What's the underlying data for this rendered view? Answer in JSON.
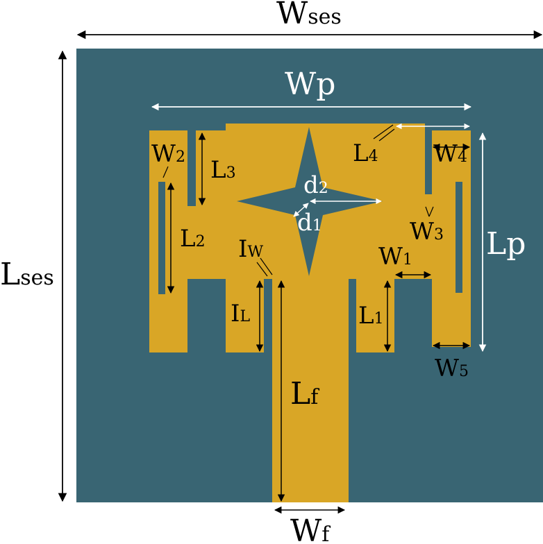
{
  "colors": {
    "substrate": "#396573",
    "patch": "#D9A626",
    "dim_dark": "#000000",
    "dim_light": "#ffffff"
  },
  "labels": {
    "W_ses": {
      "main": "W",
      "sub": "ses"
    },
    "L_ses": {
      "main": "L",
      "sub": "ses"
    },
    "W_p": {
      "main": "W",
      "sub": "p"
    },
    "L_p": {
      "main": "L",
      "sub": "p"
    },
    "W_2": {
      "main": "W",
      "sub": "2"
    },
    "L_3": {
      "main": "L",
      "sub": "3"
    },
    "L_4": {
      "main": "L",
      "sub": "4"
    },
    "W_4": {
      "main": "W",
      "sub": "4"
    },
    "d_2": {
      "main": "d",
      "sub": "2"
    },
    "d_1": {
      "main": "d",
      "sub": "1"
    },
    "W_3": {
      "main": "W",
      "sub": "3"
    },
    "L_2": {
      "main": "L",
      "sub": "2"
    },
    "I_W": {
      "main": "I",
      "sub": "W"
    },
    "W_1": {
      "main": "W",
      "sub": "1"
    },
    "I_L": {
      "main": "I",
      "sub": "L"
    },
    "L_1": {
      "main": "L",
      "sub": "1"
    },
    "W_5": {
      "main": "W",
      "sub": "5"
    },
    "L_f": {
      "main": "L",
      "sub": "f"
    },
    "W_f": {
      "main": "W",
      "sub": "f"
    }
  }
}
